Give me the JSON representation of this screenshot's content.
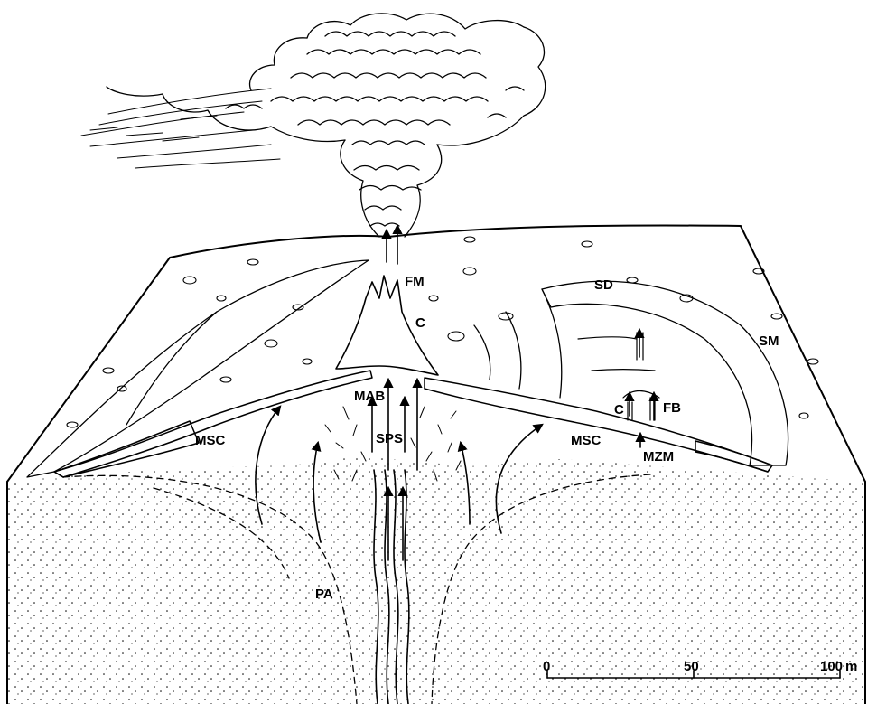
{
  "labels": {
    "fm": "FM",
    "c_crater": "C",
    "sd": "SD",
    "sm": "SM",
    "mab": "MAB",
    "sps": "SPS",
    "msc_left": "MSC",
    "msc_right": "MSC",
    "c_fb": "C",
    "fb": "FB",
    "mzm": "MZM",
    "pa": "PA"
  },
  "scale_bar": {
    "tick_0": "0",
    "tick_50": "50",
    "tick_100": "100",
    "unit": "m"
  },
  "colors": {
    "ink": "#000000",
    "paper": "#ffffff"
  }
}
